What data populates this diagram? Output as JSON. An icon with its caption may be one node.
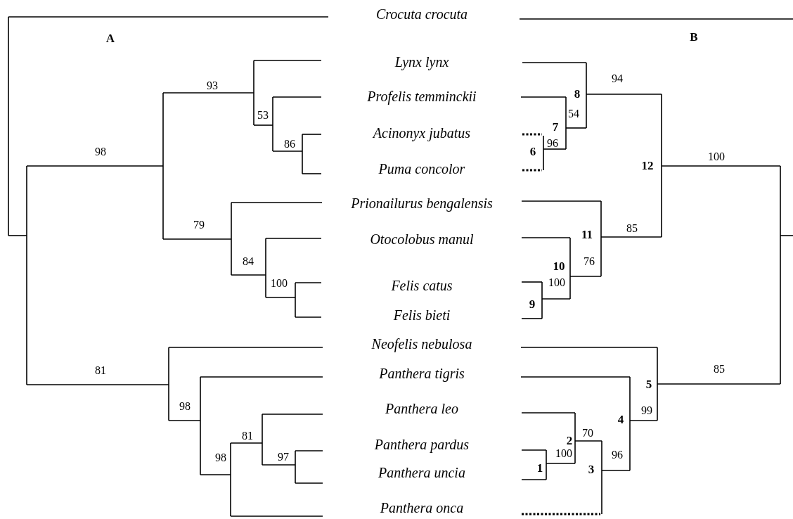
{
  "diagram": {
    "nodes": [
      {
        "text": [
          "Crocuta crocuta"
        ]
      },
      {
        "text": [
          "Lynx lynx"
        ]
      },
      {
        "text": [
          "Profelis temminckii"
        ]
      },
      {
        "text": [
          "Acinonyx jubatus"
        ]
      },
      {
        "text": [
          "Puma concolor"
        ]
      },
      {
        "text": [
          "Prionailurus bengalensis"
        ]
      },
      {
        "text": [
          "Otocolobus manul"
        ]
      },
      {
        "text": [
          "Felis catus"
        ]
      },
      {
        "text": [
          "Felis bieti"
        ]
      },
      {
        "text": [
          "Neofelis nebulosa"
        ]
      },
      {
        "text": [
          "Panthera tigris"
        ]
      },
      {
        "text": [
          "Panthera leo"
        ]
      },
      {
        "text": [
          "Panthera pardus"
        ]
      },
      {
        "text": [
          "Panthera uncia"
        ]
      },
      {
        "text": [
          "Panthera onca"
        ]
      }
    ],
    "labels": [
      "A",
      "B",
      "93",
      "94",
      "8",
      "53",
      "54",
      "7",
      "86",
      "96",
      "6",
      "98",
      "100",
      "12",
      "79",
      "85",
      "11",
      "84",
      "76",
      "10",
      "100",
      "100",
      "9",
      "81",
      "85",
      "5",
      "98",
      "99",
      "4",
      "70",
      "81",
      "2",
      "100",
      "97",
      "98",
      "96",
      "1",
      "3"
    ]
  }
}
